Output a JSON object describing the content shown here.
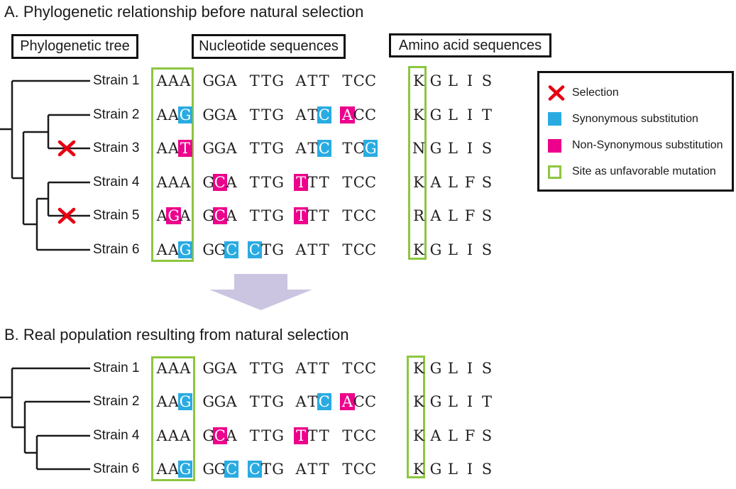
{
  "panel_a": {
    "title": "A. Phylogenetic relationship before natural selection",
    "column_headers": [
      "Phylogenetic tree",
      "Nucleotide sequences",
      "Amino acid sequences"
    ],
    "strains": [
      {
        "name": "Strain 1",
        "nucleotides": "AAA GGA TTG ATT TCC",
        "highlights": {},
        "amino": "KGLIS",
        "selection_x": false
      },
      {
        "name": "Strain 2",
        "nucleotides": "AAG GGA TTG ATC ACC",
        "highlights": {
          "2": "syn",
          "14": "syn",
          "16": "nonsyn"
        },
        "amino": "KGLIT",
        "selection_x": false
      },
      {
        "name": "Strain 3",
        "nucleotides": "AAT GGA TTG ATC TCG",
        "highlights": {
          "2": "nonsyn",
          "14": "syn",
          "18": "syn"
        },
        "amino": "NGLIS",
        "selection_x": true
      },
      {
        "name": "Strain 4",
        "nucleotides": "AAA GCA TTG TTT TCC",
        "highlights": {
          "5": "nonsyn",
          "12": "nonsyn"
        },
        "amino": "KALFS",
        "selection_x": false
      },
      {
        "name": "Strain 5",
        "nucleotides": "AGA GCA TTG TTT TCC",
        "highlights": {
          "1": "nonsyn",
          "5": "nonsyn",
          "12": "nonsyn"
        },
        "amino": "RALFS",
        "selection_x": true
      },
      {
        "name": "Strain 6",
        "nucleotides": "AAG GGC CTG ATT TCC",
        "highlights": {
          "2": "syn",
          "6": "syn",
          "8": "syn"
        },
        "amino": "KGLIS",
        "selection_x": false
      }
    ]
  },
  "panel_b": {
    "title": "B. Real population resulting from natural selection",
    "strains": [
      {
        "name": "Strain 1",
        "nucleotides": "AAA GGA TTG ATT TCC",
        "highlights": {},
        "amino": "KGLIS",
        "selection_x": false
      },
      {
        "name": "Strain 2",
        "nucleotides": "AAG GGA TTG ATC ACC",
        "highlights": {
          "2": "syn",
          "14": "syn",
          "16": "nonsyn"
        },
        "amino": "KGLIT",
        "selection_x": false
      },
      {
        "name": "Strain 4",
        "nucleotides": "AAA GCA TTG TTT TCC",
        "highlights": {
          "5": "nonsyn",
          "12": "nonsyn"
        },
        "amino": "KALFS",
        "selection_x": false
      },
      {
        "name": "Strain 6",
        "nucleotides": "AAG GGC CTG ATT TCC",
        "highlights": {
          "2": "syn",
          "6": "syn",
          "8": "syn"
        },
        "amino": "KGLIS",
        "selection_x": false
      }
    ]
  },
  "legend": {
    "items": [
      {
        "icon": "selection-x-icon",
        "label": "Selection"
      },
      {
        "icon": "synonymous-square-icon",
        "label": "Synonymous substitution"
      },
      {
        "icon": "non-synonymous-square-icon",
        "label": "Non-Synonymous substitution"
      },
      {
        "icon": "unfavorable-site-box-icon",
        "label": "Site as unfavorable mutation"
      }
    ]
  },
  "colors": {
    "synonymous_blue": "#29ABE2",
    "non_synonymous_magenta": "#EC008C",
    "unfavorable_green": "#8DC63F",
    "selection_red": "#E60012",
    "arrow_lavender": "#CBC5E2",
    "line_black": "#1a1a1a"
  }
}
